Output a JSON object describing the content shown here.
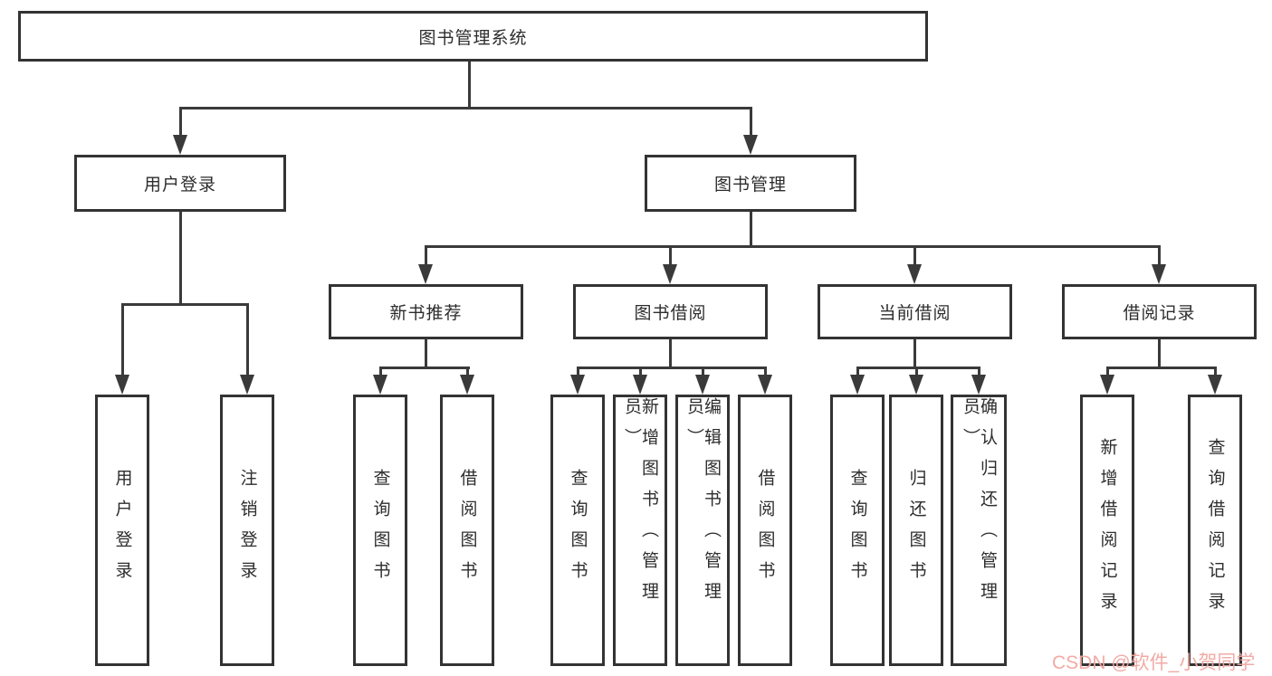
{
  "colors": {
    "line": "#3a3a3a",
    "box_border": "#333333",
    "text": "#2d2d2d",
    "watermark": "#f0a6a0",
    "background": "#ffffff"
  },
  "tree": {
    "label": "图书管理系统",
    "children": [
      {
        "label": "用户登录",
        "children": [
          {
            "label": "用户登录"
          },
          {
            "label": "注销登录"
          }
        ]
      },
      {
        "label": "图书管理",
        "children": [
          {
            "label": "新书推荐",
            "children": [
              {
                "label": "查询图书"
              },
              {
                "label": "借阅图书"
              }
            ]
          },
          {
            "label": "图书借阅",
            "children": [
              {
                "label": "查询图书"
              },
              {
                "label": "新增图书（管理员）"
              },
              {
                "label": "编辑图书（管理员）"
              },
              {
                "label": "借阅图书"
              }
            ]
          },
          {
            "label": "当前借阅",
            "children": [
              {
                "label": "查询图书"
              },
              {
                "label": "归还图书"
              },
              {
                "label": "确认归还（管理员）"
              }
            ]
          },
          {
            "label": "借阅记录",
            "children": [
              {
                "label": "新增借阅记录"
              },
              {
                "label": "查询借阅记录"
              }
            ]
          }
        ]
      }
    ]
  },
  "watermark": {
    "text": "CSDN @软件_小贺同学"
  }
}
